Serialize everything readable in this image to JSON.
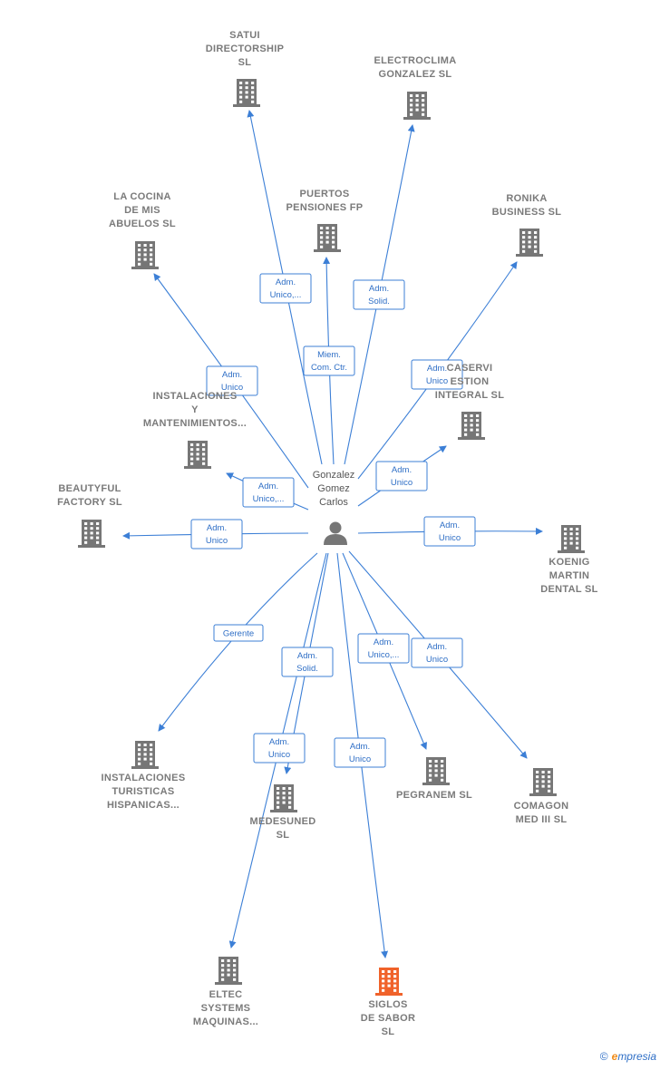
{
  "person": {
    "lines": [
      "Gonzalez",
      "Gomez",
      "Carlos"
    ]
  },
  "companies": [
    {
      "id": "satui",
      "lines": [
        "SATUI",
        "DIRECTORSHIP",
        "SL"
      ],
      "highlight": false
    },
    {
      "id": "electroclima",
      "lines": [
        "ELECTROCLIMA",
        "GONZALEZ  SL"
      ],
      "highlight": false
    },
    {
      "id": "cocina",
      "lines": [
        "LA COCINA",
        "DE MIS",
        "ABUELOS  SL"
      ],
      "highlight": false
    },
    {
      "id": "puertos",
      "lines": [
        "PUERTOS",
        "PENSIONES FP"
      ],
      "highlight": false
    },
    {
      "id": "ronika",
      "lines": [
        "RONIKA",
        "BUSINESS SL"
      ],
      "highlight": false
    },
    {
      "id": "caservi",
      "lines": [
        "CASERVI",
        "ESTION",
        "INTEGRAL SL"
      ],
      "highlight": false
    },
    {
      "id": "instalaciones-mant",
      "lines": [
        "INSTALACIONES",
        "Y",
        "MANTENIMIENTOS..."
      ],
      "highlight": false
    },
    {
      "id": "beautyful",
      "lines": [
        "BEAUTYFUL",
        "FACTORY  SL"
      ],
      "highlight": false
    },
    {
      "id": "koenig",
      "lines": [
        "KOENIG",
        "MARTIN",
        "DENTAL SL"
      ],
      "highlight": false
    },
    {
      "id": "instalaciones-tur",
      "lines": [
        "INSTALACIONES",
        "TURISTICAS",
        "HISPANICAS..."
      ],
      "highlight": false
    },
    {
      "id": "medesuned",
      "lines": [
        "MEDESUNED",
        "SL"
      ],
      "highlight": false
    },
    {
      "id": "pegranem",
      "lines": [
        "PEGRANEM  SL"
      ],
      "highlight": false
    },
    {
      "id": "comagon",
      "lines": [
        "COMAGON",
        "MED III  SL"
      ],
      "highlight": false
    },
    {
      "id": "eltec",
      "lines": [
        "ELTEC",
        "SYSTEMS",
        "MAQUINAS..."
      ],
      "highlight": false
    },
    {
      "id": "siglos",
      "lines": [
        "SIGLOS",
        "DE  SABOR",
        "SL"
      ],
      "highlight": true
    }
  ],
  "relations": [
    {
      "to": "satui",
      "role": [
        "Adm.",
        "Unico,..."
      ]
    },
    {
      "to": "electroclima",
      "role": [
        "Adm.",
        "Solid."
      ]
    },
    {
      "to": "cocina",
      "role": [
        "Adm.",
        "Unico"
      ]
    },
    {
      "to": "puertos",
      "role": [
        "Miem.",
        "Com. Ctr."
      ]
    },
    {
      "to": "ronika",
      "role": [
        "Adm.",
        "Unico"
      ]
    },
    {
      "to": "caservi",
      "role": [
        "Adm.",
        "Unico"
      ]
    },
    {
      "to": "instalaciones-mant",
      "role": [
        "Adm.",
        "Unico,..."
      ]
    },
    {
      "to": "beautyful",
      "role": [
        "Adm.",
        "Unico"
      ]
    },
    {
      "to": "koenig",
      "role": [
        "Adm.",
        "Unico"
      ]
    },
    {
      "to": "instalaciones-tur",
      "role": [
        "Gerente"
      ]
    },
    {
      "to": "medesuned",
      "role": [
        "Adm.",
        "Solid."
      ]
    },
    {
      "to": "eltec",
      "role": [
        "Adm.",
        "Unico"
      ]
    },
    {
      "to": "siglos",
      "role": [
        "Adm.",
        "Unico"
      ]
    },
    {
      "to": "pegranem",
      "role": [
        "Adm.",
        "Unico,..."
      ]
    },
    {
      "to": "comagon",
      "role": [
        "Adm.",
        "Unico"
      ]
    }
  ],
  "colors": {
    "edge": "#3c7fd6",
    "building": "#767676",
    "building_highlight": "#f0622a",
    "text": "#7a7a7a"
  },
  "icons": {
    "person": "person-icon",
    "company": "building-icon"
  },
  "brand": {
    "copyright": "©",
    "e": "e",
    "rest": "mpresia"
  }
}
